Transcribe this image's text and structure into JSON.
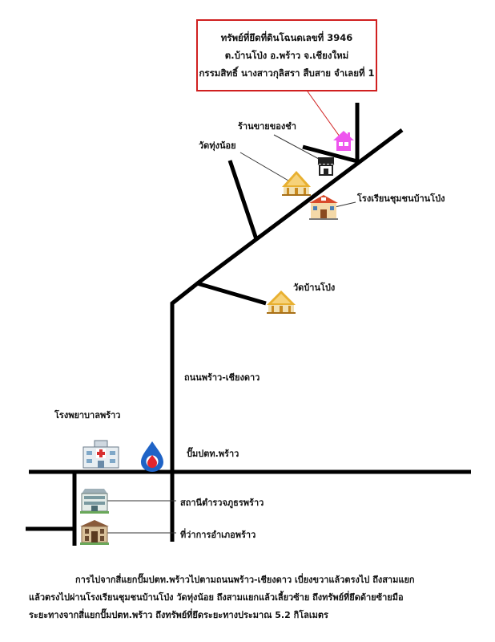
{
  "property_box": {
    "line1": "ทรัพย์ที่ยึดที่ดินโฉนดเลขที่ 3946",
    "line2": "ต.บ้านโป่ง อ.พร้าว จ.เชียงใหม่",
    "line3": "กรรมสิทธิ์ นางสาวกุลิสรา สืบสาย จำเลยที่ 1"
  },
  "labels": {
    "shop": "ร้านขายของชำ",
    "temple_thung_noi": "วัดทุ่งน้อย",
    "school": "โรงเรียนชุมชนบ้านโป่ง",
    "temple_ban_pong": "วัดบ้านโป่ง",
    "road": "ถนนพร้าว-เชียงดาว",
    "hospital": "โรงพยาบาลพร้าว",
    "gas_station": "ปั๊มปตท.พร้าว",
    "police": "สถานีตำรวจภูธรพร้าว",
    "district_office": "ที่ว่าการอำเภอพร้าว"
  },
  "description": {
    "line1": "การไปจากสี่แยกปั๊มปตท.พร้าวไปตามถนนพร้าว-เชียงดาว เบี่ยงขวาแล้วตรงไป ถึงสามแยก",
    "line2": "แล้วตรงไปผ่านโรงเรียนชุมชนบ้านโป่ง วัดทุ่งน้อย ถึงสามแยกแล้วเลี้ยวซ้าย ถึงทรัพย์ที่ยึดด้ายซ้ายมือ",
    "line3": "ระยะทางจากสี่แยกปั๊มปตท.พร้าว ถึงทรัพย์ที่ยึดระยะทางประมาณ 5.2 กิโลเมตร"
  },
  "colors": {
    "road": "#000000",
    "callout_border": "#d02020",
    "house": "#ee55ee",
    "temple_gold": "#e8b030",
    "school_roof": "#d84a2a",
    "ptt_blue": "#1f63c6",
    "ptt_red": "#e3262e"
  },
  "icons": [
    "house-icon",
    "shop-icon",
    "temple-icon",
    "school-icon",
    "hospital-icon",
    "gas-station-icon",
    "police-station-icon",
    "district-office-icon"
  ]
}
